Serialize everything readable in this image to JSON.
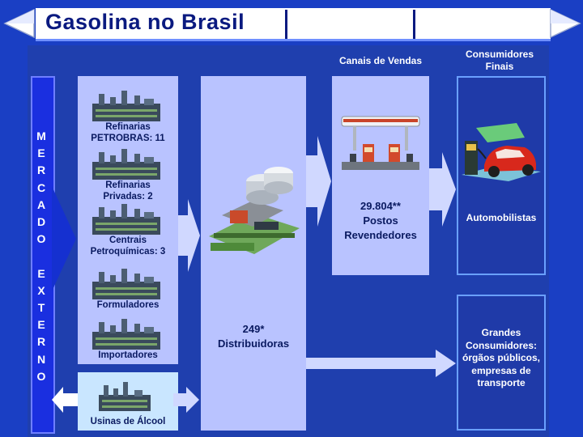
{
  "title": "Gasolina no Brasil",
  "headers": {
    "channels": "Canais de Vendas",
    "consumers_line1": "Consumidores",
    "consumers_line2": "Finais"
  },
  "mercado_externo": [
    "M",
    "E",
    "R",
    "C",
    "A",
    "D",
    "O",
    "",
    "E",
    "X",
    "T",
    "E",
    "R",
    "N",
    "O"
  ],
  "sources": [
    {
      "line1": "Refinarias",
      "line2": "PETROBRAS: 11"
    },
    {
      "line1": "Refinarias",
      "line2": "Privadas: 2"
    },
    {
      "line1": "Centrais",
      "line2": "Petroquímicas: 3"
    },
    {
      "line1": "Formuladores",
      "line2": ""
    },
    {
      "line1": "Importadores",
      "line2": ""
    }
  ],
  "usinas": "Usinas de Álcool",
  "distribuidoras": {
    "count": "249*",
    "label": "Distribuidoras"
  },
  "postos": {
    "count": "29.804**",
    "line1": "Postos",
    "line2": "Revendedores"
  },
  "automobilistas": "Automobilistas",
  "grandes": [
    "Grandes",
    "Consumidores:",
    "órgãos públicos,",
    "empresas de",
    "transporte"
  ],
  "colors": {
    "background": "#1a3fc4",
    "panel": "#1f3fae",
    "light_box": "#b9c3ff",
    "lighter_box": "#c9e6ff",
    "arrow": "#d0d8ff",
    "text_dark": "#0a1a60"
  },
  "icons": {
    "refinery": "refinery-icon",
    "distribution": "distribution-plant-icon",
    "gas_station": "gas-station-icon",
    "car": "car-fueling-icon"
  }
}
